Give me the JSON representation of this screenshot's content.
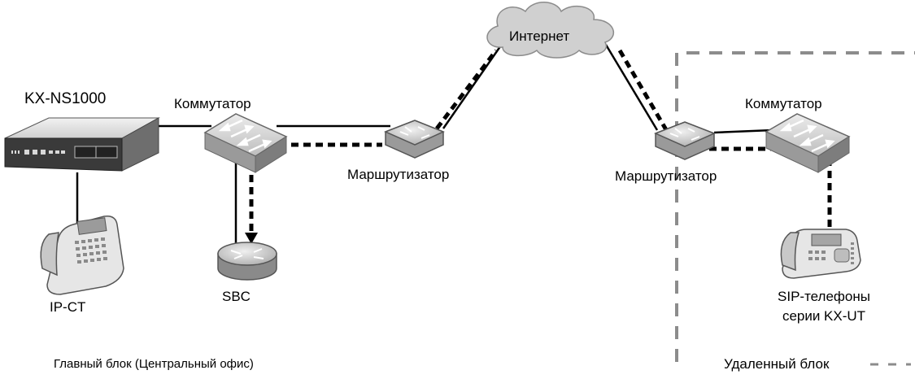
{
  "labels": {
    "pbx": "KX-NS1000",
    "switch_main": "Коммутатор",
    "router_main": "Маршрутизатор",
    "internet": "Интернет",
    "router_remote": "Маршрутизатор",
    "switch_remote": "Коммутатор",
    "ipct": "IP-CT",
    "sbc": "SBC",
    "sip_line1": "SIP-телефоны",
    "sip_line2": "серии KX-UT",
    "main_site": "Главный блок (Центральный офис)",
    "remote_site": "Удаленный блок"
  },
  "colors": {
    "line": "#000000",
    "device_fill": "#d9d9d9",
    "device_dark": "#8c8c8c",
    "cloud_fill": "#d4d4d4",
    "remote_border": "#8c8c8c"
  },
  "icons": {
    "pbx": "pbx-unit-icon",
    "switch": "network-switch-icon",
    "router": "router-icon",
    "cloud": "internet-cloud-icon",
    "phone": "desk-phone-icon"
  }
}
